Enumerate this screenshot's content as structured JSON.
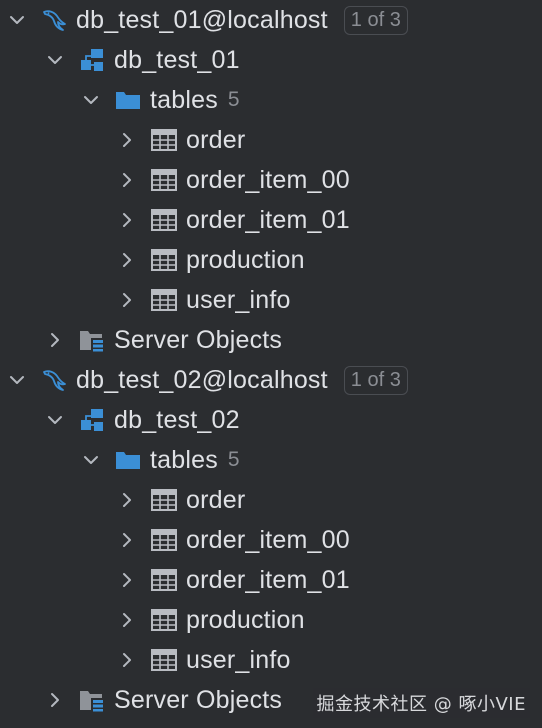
{
  "colors": {
    "background": "#2b2d30",
    "text": "#dfe1e5",
    "muted": "#8b8e94",
    "accent_blue": "#3b8fd6"
  },
  "datasources": [
    {
      "name": "db_test_01@localhost",
      "badge": "1 of 3",
      "icon": "mysql-dolphin-icon",
      "schema": {
        "name": "db_test_01",
        "icon": "schema-icon",
        "tables": {
          "label": "tables",
          "count": "5",
          "icon": "folder-icon",
          "items": [
            "order",
            "order_item_00",
            "order_item_01",
            "production",
            "user_info"
          ]
        }
      },
      "server_objects": {
        "label": "Server Objects",
        "icon": "server-objects-icon"
      }
    },
    {
      "name": "db_test_02@localhost",
      "badge": "1 of 3",
      "icon": "mysql-dolphin-icon",
      "schema": {
        "name": "db_test_02",
        "icon": "schema-icon",
        "tables": {
          "label": "tables",
          "count": "5",
          "icon": "folder-icon",
          "items": [
            "order",
            "order_item_00",
            "order_item_01",
            "production",
            "user_info"
          ]
        }
      },
      "server_objects": {
        "label": "Server Objects",
        "icon": "server-objects-icon"
      }
    }
  ],
  "watermark": "掘金技术社区 @ 啄小VIE"
}
